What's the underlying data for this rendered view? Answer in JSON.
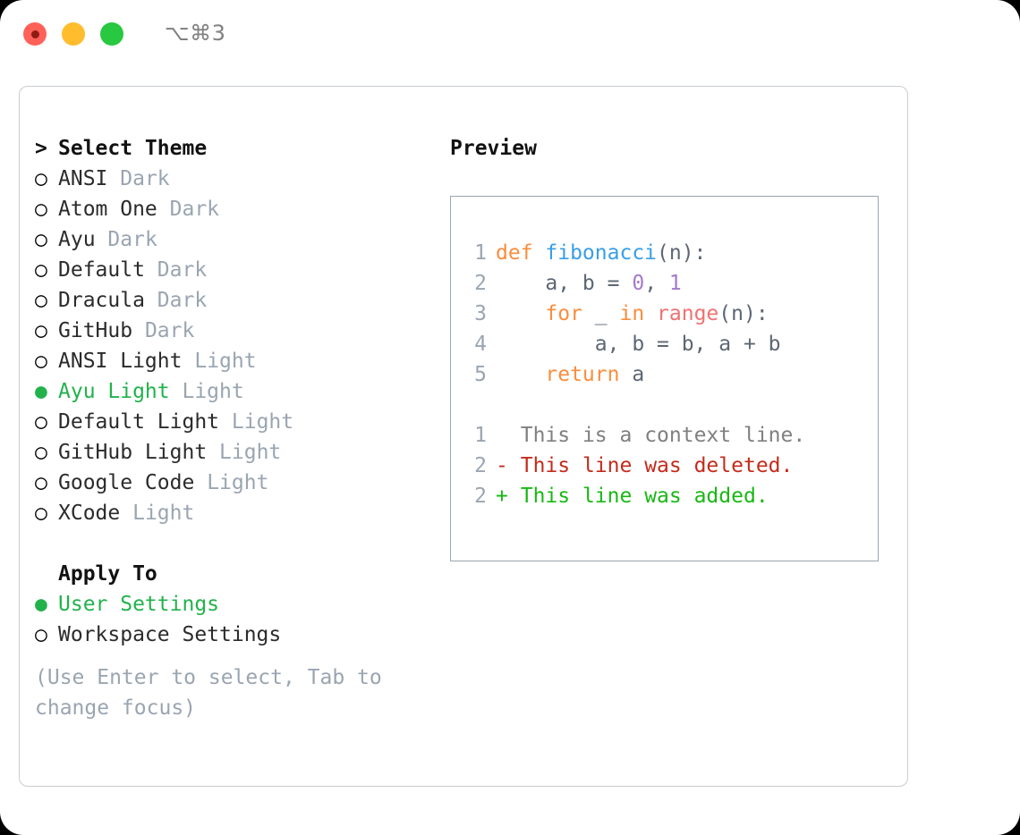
{
  "window": {
    "shortcut_label": "⌥⌘3",
    "traffic_lights": [
      {
        "name": "close",
        "color": "#ff6159"
      },
      {
        "name": "minimize",
        "color": "#ffbd2e"
      },
      {
        "name": "maximize",
        "color": "#28c840"
      }
    ]
  },
  "theme_picker": {
    "header": {
      "marker": ">",
      "label": "Select Theme"
    },
    "items": [
      {
        "marker": "○",
        "label": "ANSI",
        "tag": "Dark",
        "selected": false
      },
      {
        "marker": "○",
        "label": "Atom One",
        "tag": "Dark",
        "selected": false
      },
      {
        "marker": "○",
        "label": "Ayu",
        "tag": "Dark",
        "selected": false
      },
      {
        "marker": "○",
        "label": "Default",
        "tag": "Dark",
        "selected": false
      },
      {
        "marker": "○",
        "label": "Dracula",
        "tag": "Dark",
        "selected": false
      },
      {
        "marker": "○",
        "label": "GitHub",
        "tag": "Dark",
        "selected": false
      },
      {
        "marker": "○",
        "label": "ANSI Light",
        "tag": "Light",
        "selected": false
      },
      {
        "marker": "●",
        "label": "Ayu Light",
        "tag": "Light",
        "selected": true
      },
      {
        "marker": "○",
        "label": "Default Light",
        "tag": "Light",
        "selected": false
      },
      {
        "marker": "○",
        "label": "GitHub Light",
        "tag": "Light",
        "selected": false
      },
      {
        "marker": "○",
        "label": "Google Code",
        "tag": "Light",
        "selected": false
      },
      {
        "marker": "○",
        "label": "XCode",
        "tag": "Light",
        "selected": false
      }
    ]
  },
  "apply_to": {
    "header": "Apply To",
    "options": [
      {
        "marker": "●",
        "label": "User Settings",
        "selected": true
      },
      {
        "marker": "○",
        "label": "Workspace Settings",
        "selected": false
      }
    ]
  },
  "hint": "(Use Enter to select, Tab to change focus)",
  "preview": {
    "title": "Preview",
    "code_lines": [
      {
        "number": "1",
        "tokens": [
          {
            "text": "def ",
            "kind": "kw"
          },
          {
            "text": "fibonacci",
            "kind": "fn"
          },
          {
            "text": "(n):",
            "kind": "txt"
          }
        ]
      },
      {
        "number": "2",
        "tokens": [
          {
            "text": "    a, b = ",
            "kind": "txt"
          },
          {
            "text": "0",
            "kind": "num"
          },
          {
            "text": ", ",
            "kind": "txt"
          },
          {
            "text": "1",
            "kind": "num"
          }
        ]
      },
      {
        "number": "3",
        "tokens": [
          {
            "text": "    ",
            "kind": "txt"
          },
          {
            "text": "for",
            "kind": "kw"
          },
          {
            "text": " _ ",
            "kind": "txt"
          },
          {
            "text": "in",
            "kind": "kw"
          },
          {
            "text": " ",
            "kind": "txt"
          },
          {
            "text": "range",
            "kind": "call"
          },
          {
            "text": "(n):",
            "kind": "txt"
          }
        ]
      },
      {
        "number": "4",
        "tokens": [
          {
            "text": "        a, b = b, a + b",
            "kind": "txt"
          }
        ]
      },
      {
        "number": "5",
        "tokens": [
          {
            "text": "    ",
            "kind": "txt"
          },
          {
            "text": "return",
            "kind": "kw"
          },
          {
            "text": " a",
            "kind": "txt"
          }
        ]
      }
    ],
    "diff_lines": [
      {
        "number": "1",
        "sign": " ",
        "text": "This is a context line.",
        "kind": "context"
      },
      {
        "number": "2",
        "sign": "-",
        "text": "This line was deleted.",
        "kind": "deleted"
      },
      {
        "number": "2",
        "sign": "+",
        "text": "This line was added.",
        "kind": "added"
      }
    ]
  },
  "colors": {
    "accent_green": "#22b24c",
    "muted": "#9aa5b1",
    "keyword": "#fa8d3e",
    "function": "#399ee6",
    "number": "#a37acc",
    "call": "#f07171",
    "diff_added": "#19b814",
    "diff_deleted": "#c42b1c",
    "panel_border": "#9aa5b1"
  }
}
